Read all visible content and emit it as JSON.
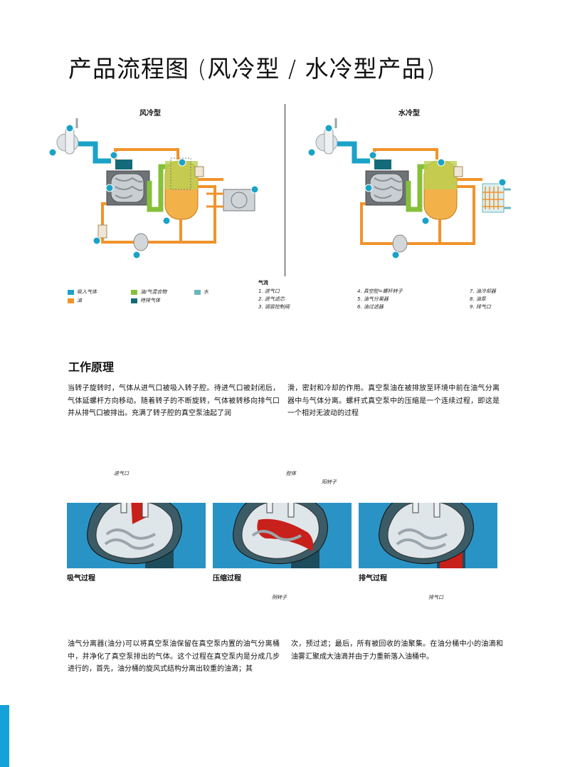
{
  "page_title": "产品流程图 (风冷型 / 水冷型产品)",
  "diagrams": {
    "air_cooled_title": "风冷型",
    "water_cooled_title": "水冷型"
  },
  "legend": {
    "items": [
      {
        "label": "吸入气体",
        "color": "#1ba2c8"
      },
      {
        "label": "油",
        "color": "#f0932b"
      },
      {
        "label": "油/气混合物",
        "color": "#86c03a"
      },
      {
        "label": "待排气体",
        "color": "#136b79"
      },
      {
        "label": "水",
        "color": "#6ab6bd"
      }
    ],
    "airflow_title": "气流",
    "airflow_items": [
      "1. 进气口",
      "2. 进气滤芯",
      "3. 调容控制阀",
      "4. 真空腔=螺杆转子",
      "5. 油气分离器",
      "6. 油过滤器",
      "7. 油冷却器",
      "8. 油泵",
      "9. 排气口"
    ]
  },
  "section_title": "工作原理",
  "paragraph1_left": "当转子旋转时，气体从进气口被吸入转子腔。待进气口被封闭后，气体延螺杆方向移动。随着转子的不断旋转，气体被转移向排气口并从排气口被排出。充满了转子腔的真空泵油起了润",
  "paragraph1_right": "滑，密封和冷却的作用。真空泵油在被排放至环境中前在油气分离器中与气体分离。螺杆式真空泵中的压缩是一个连续过程，即这是一个相对无波动的过程",
  "stages": [
    {
      "label": "吸气过程",
      "callouts": [
        "进气口"
      ]
    },
    {
      "label": "压缩过程",
      "callouts": [
        "腔体",
        "阳转子",
        "阴转子"
      ]
    },
    {
      "label": "排气过程",
      "callouts": [
        "排气口"
      ]
    }
  ],
  "paragraph2_left": "油气分离器(油分)可以将真空泵油保留在真空泵内置的油气分离桶中，并净化了真空泵排出的气体。这个过程在真空泵内是分成几步进行的，首先，油分桶的旋风式结构分离出较重的油滴；其",
  "paragraph2_right": "次，预过滤；最后，所有被回收的油聚集。在油分桶中小的油滴和油雾汇聚成大油滴并由于力重新落入油桶中。",
  "colors": {
    "accent": "#14a3d8",
    "stage_bg": "#2a93c5",
    "highlight": "#c8201a"
  }
}
